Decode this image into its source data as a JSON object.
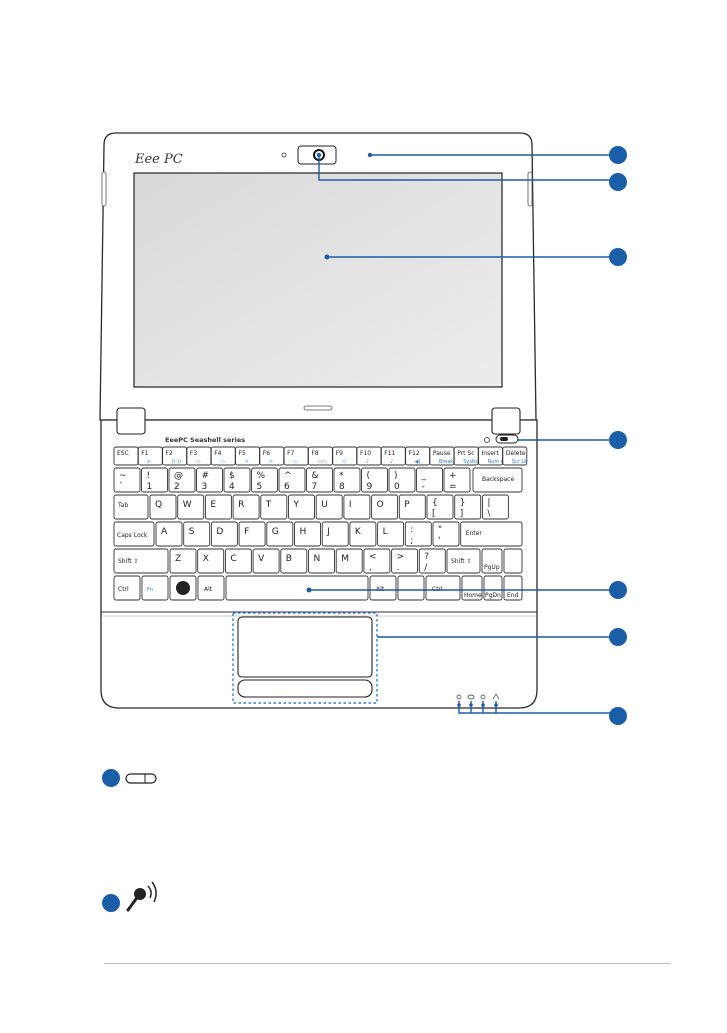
{
  "page": {
    "accent_color": "#1a5ea8"
  },
  "laptop": {
    "brand": "Eee PC",
    "series_label": "EeePC Seashell series",
    "keyboard": {
      "row1": [
        {
          "main": "ESC",
          "fn": ""
        },
        {
          "main": "F1",
          "fn": "z"
        },
        {
          "main": "F2",
          "fn": "((·))"
        },
        {
          "main": "F3",
          "fn": "▭"
        },
        {
          "main": "F4",
          "fn": "▭"
        },
        {
          "main": "F5",
          "fn": "☼"
        },
        {
          "main": "F6",
          "fn": "☼"
        },
        {
          "main": "F7",
          "fn": "▭"
        },
        {
          "main": "F8",
          "fn": "▭▭"
        },
        {
          "main": "F9",
          "fn": "▭"
        },
        {
          "main": "F10",
          "fn": "♪"
        },
        {
          "main": "F11",
          "fn": "♪"
        },
        {
          "main": "F12",
          "fn": "◀)"
        },
        {
          "main": "Pause",
          "fn": "Break"
        },
        {
          "main": "Prt Sc",
          "fn": "SysRq"
        },
        {
          "main": "Insert",
          "fn": "Num Lk"
        },
        {
          "main": "Delete",
          "fn": "Scr Lk"
        }
      ],
      "row2": [
        {
          "top": "~",
          "bottom": "`"
        },
        {
          "top": "!",
          "bottom": "1"
        },
        {
          "top": "@",
          "bottom": "2"
        },
        {
          "top": "#",
          "bottom": "3"
        },
        {
          "top": "$",
          "bottom": "4"
        },
        {
          "top": "%",
          "bottom": "5"
        },
        {
          "top": "^",
          "bottom": "6"
        },
        {
          "top": "&",
          "bottom": "7"
        },
        {
          "top": "*",
          "bottom": "8"
        },
        {
          "top": "(",
          "bottom": "9"
        },
        {
          "top": ")",
          "bottom": "0"
        },
        {
          "top": "_",
          "bottom": "-"
        },
        {
          "top": "+",
          "bottom": "="
        }
      ],
      "backspace": "Backspace",
      "row3": [
        "Q",
        "W",
        "E",
        "R",
        "T",
        "Y",
        "U",
        "I",
        "O",
        "P"
      ],
      "row3_extra": [
        {
          "top": "{",
          "bottom": "["
        },
        {
          "top": "}",
          "bottom": "]"
        },
        {
          "top": "|",
          "bottom": "\\"
        }
      ],
      "tab": "Tab",
      "row4": [
        "A",
        "S",
        "D",
        "F",
        "G",
        "H",
        "J",
        "K",
        "L"
      ],
      "row4_extra": [
        {
          "top": ":",
          "bottom": ";"
        },
        {
          "top": "\"",
          "bottom": "'"
        }
      ],
      "caps": "Caps Lock",
      "enter": "Enter",
      "row5": [
        "Z",
        "X",
        "C",
        "V",
        "B",
        "N",
        "M"
      ],
      "row5_extra": [
        {
          "top": "<",
          "bottom": ","
        },
        {
          "top": ">",
          "bottom": "."
        },
        {
          "top": "?",
          "bottom": "/"
        }
      ],
      "shift": "Shift ⇧",
      "shift_right": "Shift ⇧",
      "pgup": "PgUp",
      "row6": {
        "ctrl": "Ctrl",
        "fn": "Fn",
        "alt": "Alt",
        "alt_right": "Alt",
        "ctrl_right": "Ctrl",
        "home": "Home",
        "pgdn": "PgDn",
        "end": "End"
      }
    }
  },
  "callouts": [
    {
      "id": 1,
      "label": ""
    },
    {
      "id": 2,
      "label": ""
    },
    {
      "id": 3,
      "label": ""
    },
    {
      "id": 4,
      "label": ""
    },
    {
      "id": 5,
      "label": ""
    },
    {
      "id": 6,
      "label": ""
    },
    {
      "id": 7,
      "label": ""
    }
  ],
  "legend": [
    {
      "icon": "power-switch-icon",
      "text": ""
    },
    {
      "icon": "microphone-icon",
      "text": ""
    }
  ]
}
